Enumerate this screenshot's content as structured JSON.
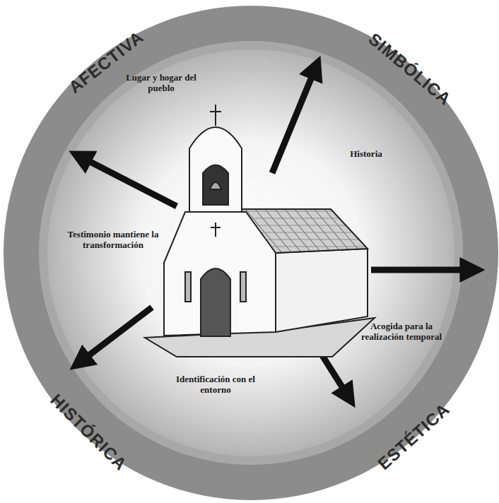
{
  "diagram": {
    "labels": [
      "AFECTIVA",
      "SIMBÓLICA",
      "ESTÉTICA",
      "HISTÓRICA",
      "Lugar y hogar del pueblo",
      "Historia",
      "Testimonio mantiene la transformación",
      "Acogida para la realización temporal",
      "Identificación con el entorno"
    ]
  }
}
